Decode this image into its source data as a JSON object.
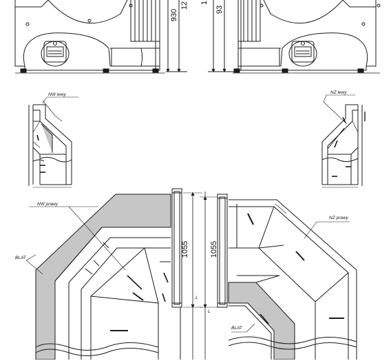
{
  "labels": {
    "nw_lewy": "NW lewy",
    "nz_lewy": "NZ lewy",
    "nw_prawy": "NW prawy",
    "nz_prawy": "NZ prawy",
    "blat_left": "BLAT",
    "blat_right": "BLAT"
  },
  "dimensions": {
    "height_left": "930",
    "height_left_partial": "12",
    "height_right": "93",
    "height_right_partial": "1",
    "depth_left": "1055",
    "depth_right": "1055",
    "length_left": "L",
    "length_right": "L"
  },
  "colors": {
    "line": "#1a1a1a",
    "worktop_fill": "#c6c6c6",
    "background": "#ffffff"
  }
}
